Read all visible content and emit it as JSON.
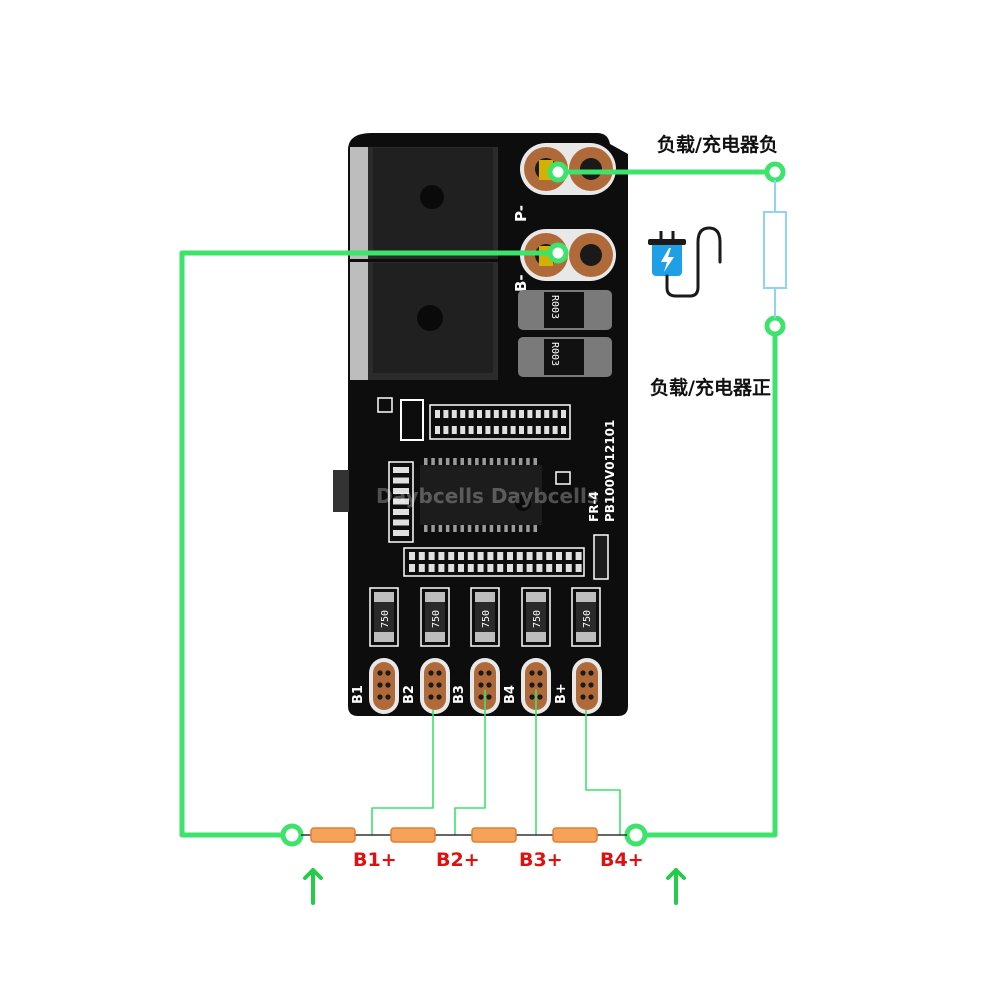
{
  "labels": {
    "load_charger_negative": "负载/充电器负",
    "load_charger_positive": "负载/充电器正"
  },
  "board": {
    "pads": {
      "p_minus": "P-",
      "b_minus": "B-"
    },
    "shunt_resistors": [
      "R003",
      "R003"
    ],
    "balance_resistors": [
      "750",
      "750",
      "750",
      "750",
      "750"
    ],
    "balance_pads": [
      "B1",
      "B2",
      "B3",
      "B4",
      "B+"
    ],
    "model_text": "PB100V012101",
    "small_text": "FR-4",
    "watermark": "Daybcells Daybcells"
  },
  "battery": {
    "cell_labels": [
      "B1+",
      "B2+",
      "B3+",
      "B4+"
    ]
  },
  "colors": {
    "wire": "#3de36a",
    "board": "#0d0d0d",
    "cell": "#f5a25a",
    "cell_label": "#e01010",
    "charger_icon": "#1fa0e6",
    "arrow": "#24cc4a"
  }
}
